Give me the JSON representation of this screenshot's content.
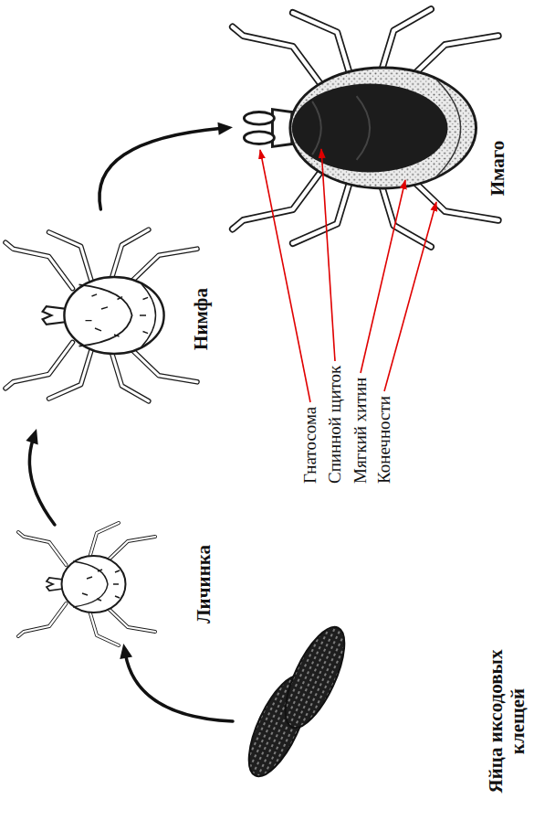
{
  "diagram": {
    "nodes": [
      {
        "text": [
          "Яйца иксодовых клещей"
        ]
      },
      {
        "text": [
          "Личинка"
        ]
      },
      {
        "text": [
          "Нимфа"
        ]
      },
      {
        "text": [
          "Имаго"
        ]
      }
    ],
    "edges": [
      {
        "from": 0,
        "to": 1,
        "arrow": "to"
      },
      {
        "from": 1,
        "to": 2,
        "arrow": "to"
      },
      {
        "from": 2,
        "to": 3,
        "arrow": "to"
      }
    ],
    "labels": [
      "Гнатосома",
      "Спинной щиток",
      "Мягкий хитин",
      "Конечности"
    ]
  }
}
